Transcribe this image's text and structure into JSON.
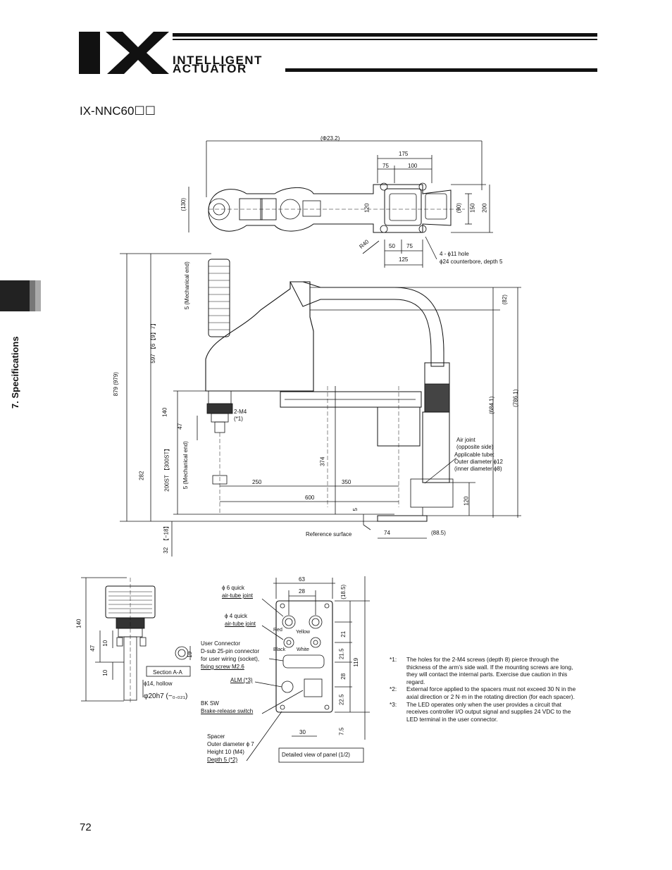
{
  "header": {
    "logo_mark": "IX",
    "logo_line1": "INTELLIGENT",
    "logo_line2": "ACTUATOR"
  },
  "title": "IX-NNC60☐☐",
  "side_tab": "7. Specifications",
  "page_number": "72",
  "top_view": {
    "dim_total": "(Φ23.2)",
    "dim_175": "175",
    "dim_75": "75",
    "dim_100": "100",
    "dim_130": "(130)",
    "dim_120": "120",
    "dim_90": "(90)",
    "dim_150": "150",
    "dim_200": "200",
    "dim_r40": "R40",
    "dim_50": "50",
    "dim_75b": "75",
    "dim_125": "125",
    "hole_note_1": "4 - ϕ11 hole",
    "hole_note_2": "ϕ24 counterbore, depth 5"
  },
  "side_view": {
    "mech_end_top": "5 (Mechanical end)",
    "mech_end_bottom": "5 (Mechanical end)",
    "dim_879": "879 (979)",
    "dim_597": "597 【6【9】7】",
    "dim_140": "140",
    "dim_47": "47",
    "dim_282": "282",
    "dim_stroke": "200ST 【300ST】",
    "dim_m18": "【−18】",
    "dim_32": "32",
    "dim_m4": "2-M4",
    "dim_m4_note": "(*1)",
    "dim_374": "374",
    "dim_250": "250",
    "dim_350": "350",
    "dim_600": "600",
    "dim_5": "5",
    "dim_74": "74",
    "dim_88": "(88.5)",
    "dim_82": "(82)",
    "dim_684": "(684.1)",
    "dim_786": "(786.1)",
    "dim_120b": "120",
    "ref_surface": "Reference surface",
    "air_joint_1": "Air joint",
    "air_joint_2": "(opposite side)",
    "air_joint_3": "Applicable tube:",
    "air_joint_4": "Outer diameter ϕ12",
    "air_joint_5": "(inner diameter ϕ8)"
  },
  "detail_view": {
    "dim_140": "140",
    "dim_47": "47",
    "dim_10a": "10",
    "dim_10b": "10",
    "dim_19": "19",
    "section_label": "Section A-A",
    "hollow": "ϕ14, hollow",
    "shaft": "φ20h7 (−₀.₀₂₁)",
    "quick6_1": "ϕ 6 quick",
    "quick6_2": "air-tube joint",
    "quick4_1": "ϕ 4 quick",
    "quick4_2": "air-tube joint",
    "red": "Red",
    "yellow": "Yellow",
    "black": "Black",
    "white": "White",
    "user_conn_1": "User Connector",
    "user_conn_2": "D-sub 25-pin connector",
    "user_conn_3": "for user wiring (socket),",
    "user_conn_4": "fixing screw M2.6",
    "alm": "ALM (*3)",
    "bk_sw_1": "BK SW",
    "bk_sw_2": "Brake-release switch",
    "spacer_1": "Spacer",
    "spacer_2": "Outer diameter ϕ 7",
    "spacer_3": "Height 10 (M4)",
    "spacer_4": "Depth 5 (*2)",
    "panel_caption": "Detailed view of panel (1/2)",
    "dim_63": "63",
    "dim_28": "28",
    "dim_30": "30",
    "dim_185": "(18.5)",
    "dim_21": "21",
    "dim_215": "21.5",
    "dim_28v": "28",
    "dim_225": "22.5",
    "dim_75": "7.5",
    "dim_119": "119"
  },
  "notes": [
    {
      "key": "*1:",
      "text": "The holes for the 2-M4 screws (depth 8) pierce through the thickness of the arm’s side wall. If the mounting screws are long, they will contact the internal parts. Exercise due caution in this regard."
    },
    {
      "key": "*2:",
      "text": "External force applied to the spacers must not exceed 30 N in the axial direction or 2 N·m in the rotating direction (for each spacer)."
    },
    {
      "key": "*3:",
      "text": "The LED operates only when the user provides a circuit that receives controller I/O output signal and supplies 24 VDC to the LED terminal in the user connector."
    }
  ]
}
